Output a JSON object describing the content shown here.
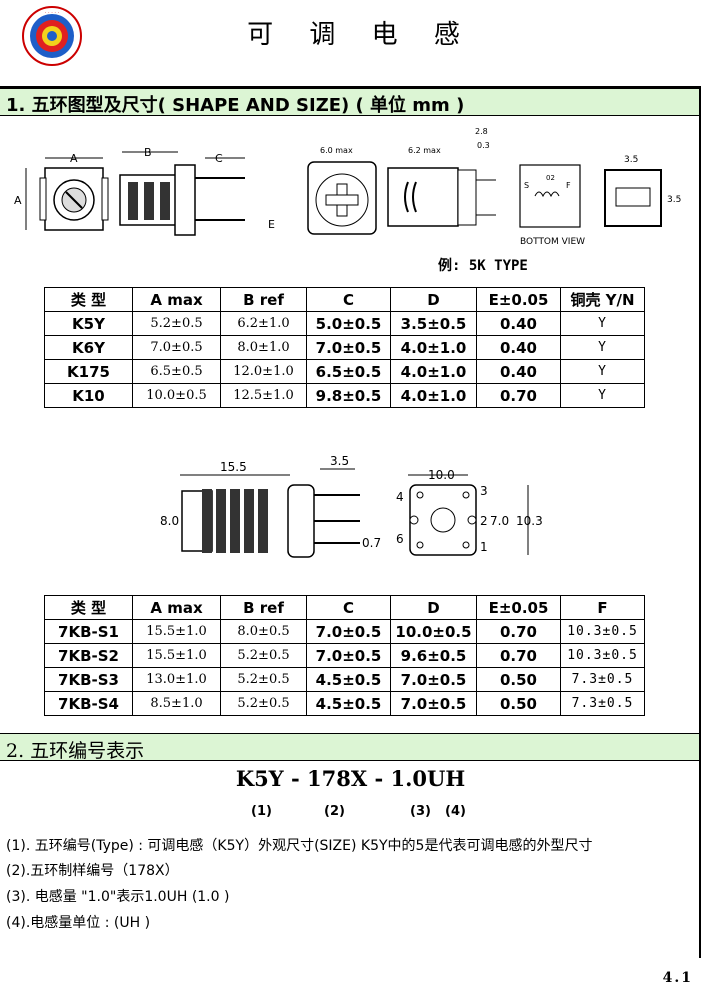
{
  "header": {
    "title": "可 调 电 感"
  },
  "section1": {
    "heading": "1. 五环图型及尺寸( SHAPE AND SIZE)  ( 单位 mm )"
  },
  "drawing1": {
    "labels": {
      "a": "A",
      "b": "B",
      "c": "C",
      "e": "E",
      "width": "6.0 max",
      "depth": "6.2 max",
      "d1": "2.8",
      "d2": "0.3",
      "bottom": "BOTTOM VIEW",
      "w35": "3.5",
      "h35": "3.5",
      "pin_s": "S",
      "pin_f": "F",
      "pin_02": "02"
    }
  },
  "example": "例: 5K TYPE",
  "table1": {
    "headers": [
      "类  型",
      "A max",
      "B ref",
      "C",
      "D",
      "E±0.05",
      "铜壳 Y/N"
    ],
    "rows": [
      [
        "K5Y",
        "5.2±0.5",
        "6.2±1.0",
        "5.0±0.5",
        "3.5±0.5",
        "0.40",
        "Y"
      ],
      [
        "K6Y",
        "7.0±0.5",
        "8.0±1.0",
        "7.0±0.5",
        "4.0±1.0",
        "0.40",
        "Y"
      ],
      [
        "K175",
        "6.5±0.5",
        "12.0±1.0",
        "6.5±0.5",
        "4.0±1.0",
        "0.40",
        "Y"
      ],
      [
        "K10",
        "10.0±0.5",
        "12.5±1.0",
        "9.8±0.5",
        "4.0±1.0",
        "0.70",
        "Y"
      ]
    ]
  },
  "drawing2": {
    "labels": {
      "len": "15.5",
      "lead": "3.5",
      "h": "8.0",
      "pin": "0.7",
      "w": "10.0",
      "h2": "10.3",
      "inner": "7.0",
      "p1": "1",
      "p2": "2",
      "p3": "3",
      "p4": "4",
      "p6": "6"
    }
  },
  "table2": {
    "headers": [
      "类  型",
      "A max",
      "B ref",
      "C",
      "D",
      "E±0.05",
      "F"
    ],
    "rows": [
      [
        "7KB-S1",
        "15.5±1.0",
        "8.0±0.5",
        "7.0±0.5",
        "10.0±0.5",
        "0.70",
        "10.3±0.5"
      ],
      [
        "7KB-S2",
        "15.5±1.0",
        "5.2±0.5",
        "7.0±0.5",
        "9.6±0.5",
        "0.70",
        "10.3±0.5"
      ],
      [
        "7KB-S3",
        "13.0±1.0",
        "5.2±0.5",
        "4.5±0.5",
        "7.0±0.5",
        "0.50",
        "7.3±0.5"
      ],
      [
        "7KB-S4",
        "8.5±1.0",
        "5.2±0.5",
        "4.5±0.5",
        "7.0±0.5",
        "0.50",
        "7.3±0.5"
      ]
    ]
  },
  "section2": {
    "heading": "2.   五环编号表示"
  },
  "code": "K5Y  -  178X  -  1.0UH",
  "parts": [
    "(1)",
    "(2)",
    "(3)",
    "(4)"
  ],
  "notes": [
    "(1). 五环编号(Type) : 可调电感（K5Y）外观尺寸(SIZE) K5Y中的5是代表可调电感的外型尺寸",
    "(2).五环制样编号（178X）",
    "(3). 电感量 \"1.0\"表示1.0UH (1.0 )",
    "(4).电感量单位 : (UH )"
  ],
  "footer": {
    "page": "4.1"
  },
  "colors": {
    "section_bg": "#dcf5d4"
  }
}
